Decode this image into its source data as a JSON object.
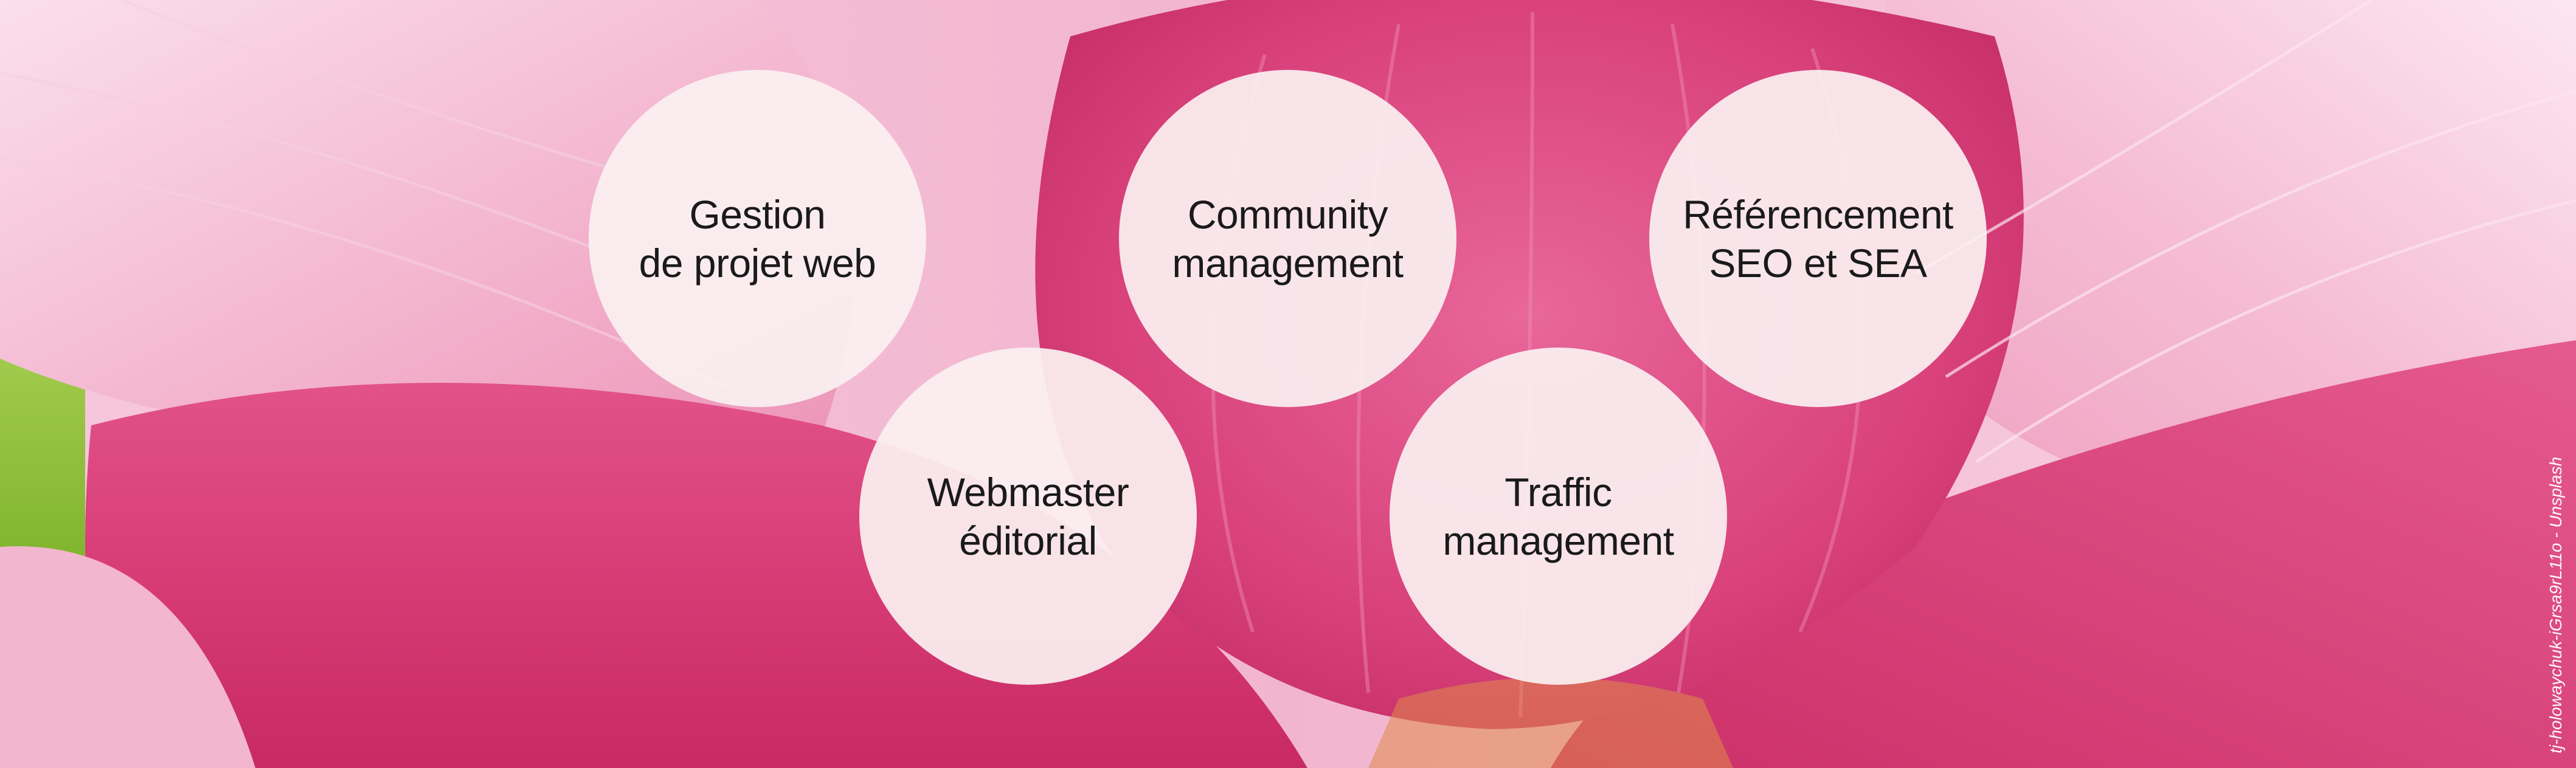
{
  "services": [
    {
      "line1": "Gestion",
      "line2": "de projet web"
    },
    {
      "line1": "Community",
      "line2": "management"
    },
    {
      "line1": "Référencement",
      "line2": "SEO et SEA"
    },
    {
      "line1": "Webmaster",
      "line2": "éditorial"
    },
    {
      "line1": "Traffic",
      "line2": "management"
    }
  ],
  "photo_credit": "tj-holowaychuk-iGrsa9rL11o - Unsplash",
  "colors": {
    "bubble": "#FAF0F1",
    "text": "#1A1A1A",
    "petal_light": "#F4B8D2",
    "petal_deep": "#D9346F",
    "leaf_green": "#8FC23A"
  }
}
